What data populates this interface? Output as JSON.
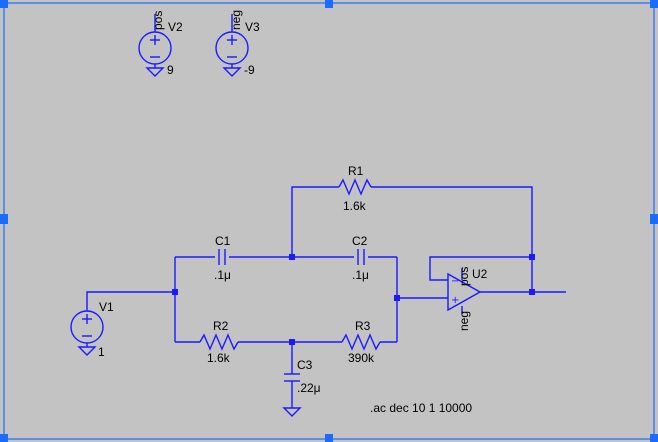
{
  "sources": [
    {
      "name": "V2",
      "node": "pos",
      "value": "9"
    },
    {
      "name": "V3",
      "node": "neg",
      "value": "-9"
    },
    {
      "name": "V1",
      "value": "1"
    }
  ],
  "resistors": [
    {
      "name": "R1",
      "value": "1.6k"
    },
    {
      "name": "R2",
      "value": "1.6k"
    },
    {
      "name": "R3",
      "value": "390k"
    }
  ],
  "capacitors": [
    {
      "name": "C1",
      "value": ".1μ"
    },
    {
      "name": "C2",
      "value": ".1μ"
    },
    {
      "name": "C3",
      "value": ".22μ"
    }
  ],
  "opamp": {
    "name": "U2",
    "pos_label": "pos",
    "neg_label": "neg"
  },
  "directive": ".ac dec 10 1 10000",
  "colors": {
    "wire": "#1a1aff",
    "background": "#c3c3c3",
    "selection": "#1a6cff"
  }
}
